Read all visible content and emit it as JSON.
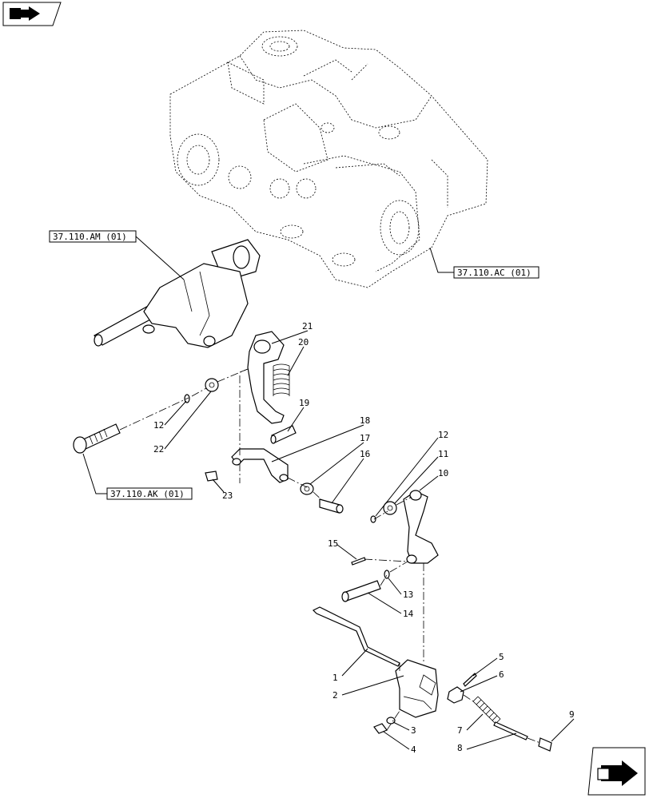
{
  "icons": {
    "top_left": "book-arrow-icon",
    "bottom_right": "arrow-icon"
  },
  "references": {
    "am": "37.110.AM (01)",
    "ac": "37.110.AC (01)",
    "ak": "37.110.AK (01)"
  },
  "callouts": {
    "c21": "21",
    "c20": "20",
    "c19": "19",
    "c18": "18",
    "c17": "17",
    "c16": "16",
    "c15": "15",
    "c14": "14",
    "c13": "13",
    "c12a": "12",
    "c12b": "12",
    "c11": "11",
    "c10": "10",
    "c9": "9",
    "c8": "8",
    "c7": "7",
    "c6": "6",
    "c5": "5",
    "c4": "4",
    "c3": "3",
    "c2": "2",
    "c1": "1",
    "c22": "22",
    "c23": "23"
  }
}
